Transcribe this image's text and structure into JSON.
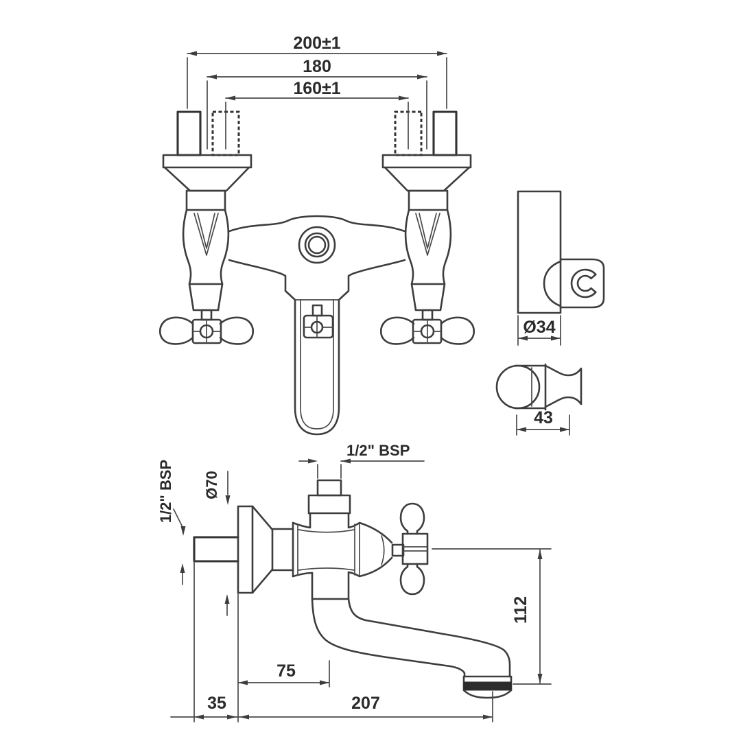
{
  "colors": {
    "background": "#ffffff",
    "line": "#3d3d3d",
    "text": "#2b2b2b",
    "spout_tip_band": "#2c2c2c"
  },
  "front_view": {
    "dims": {
      "span_outer": "200±1",
      "span_mid": "180",
      "span_inner": "160±1"
    }
  },
  "shower_holder": {
    "dims": {
      "diameter": "Ø34",
      "depth": "43"
    }
  },
  "side_view": {
    "dims": {
      "shower_outlet_thread": "1/2\" BSP",
      "inlet_thread": "1/2\" BSP",
      "flange_diameter": "Ø70",
      "spout_drop": "112",
      "spout_axis_offset": "75",
      "wall_clearance": "35",
      "spout_reach": "207"
    }
  }
}
